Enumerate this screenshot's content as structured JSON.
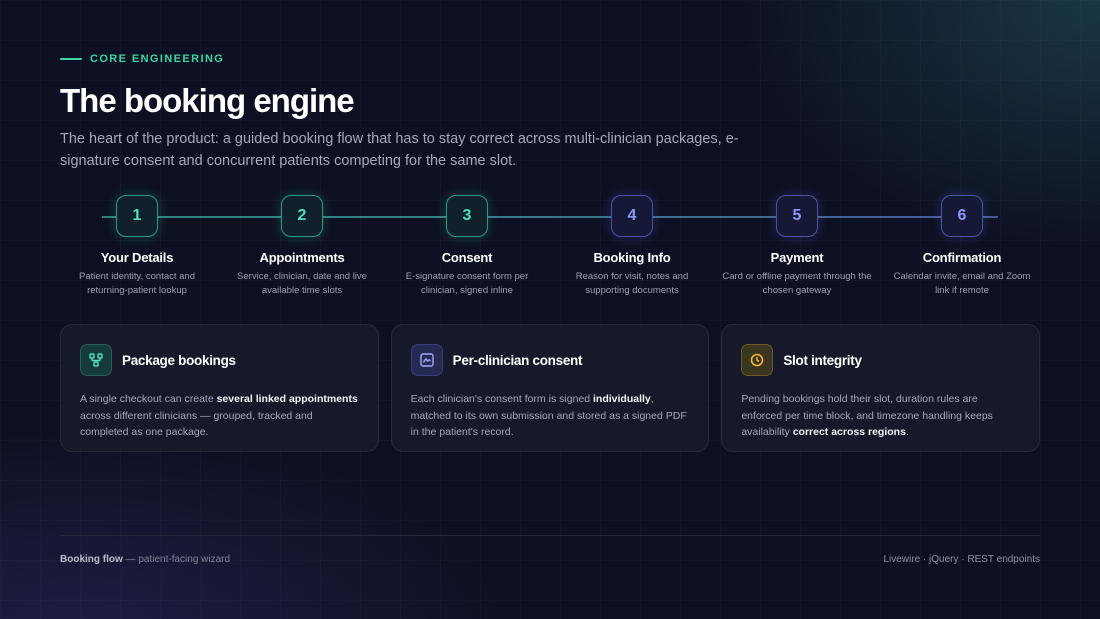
{
  "eyebrow": "CORE ENGINEERING",
  "title": "The booking engine",
  "subtitle": "The heart of the product: a guided booking flow that has to stay correct across multi-clinician packages, e-signature consent and concurrent patients competing for the same slot.",
  "steps": [
    {
      "number": "1",
      "title": "Your Details",
      "desc": "Patient identity, contact and returning-patient lookup",
      "color": "teal"
    },
    {
      "number": "2",
      "title": "Appointments",
      "desc": "Service, clinician, date and live available time slots",
      "color": "teal"
    },
    {
      "number": "3",
      "title": "Consent",
      "desc": "E-signature consent form per clinician, signed inline",
      "color": "teal"
    },
    {
      "number": "4",
      "title": "Booking Info",
      "desc": "Reason for visit, notes and supporting documents",
      "color": "violet"
    },
    {
      "number": "5",
      "title": "Payment",
      "desc": "Card or offline payment through the chosen gateway",
      "color": "violet"
    },
    {
      "number": "6",
      "title": "Confirmation",
      "desc": "Calendar invite, email and Zoom link if remote",
      "color": "violet"
    }
  ],
  "cards": [
    {
      "icon": "nodes-icon",
      "title": "Package bookings",
      "body": [
        {
          "t": "A single checkout can create ",
          "b": false
        },
        {
          "t": "several linked appointments",
          "b": true
        },
        {
          "t": " across different clinicians — grouped, tracked and completed as one package.",
          "b": false
        }
      ]
    },
    {
      "icon": "signature-icon",
      "title": "Per-clinician consent",
      "body": [
        {
          "t": "Each clinician's consent form is signed ",
          "b": false
        },
        {
          "t": "individually",
          "b": true
        },
        {
          "t": ", matched to its own submission and stored as a signed PDF in the patient's record.",
          "b": false
        }
      ]
    },
    {
      "icon": "clock-icon",
      "title": "Slot integrity",
      "body": [
        {
          "t": "Pending bookings hold their slot, duration rules are enforced per time block, and timezone handling keeps availability ",
          "b": false
        },
        {
          "t": "correct across regions",
          "b": true
        },
        {
          "t": ".",
          "b": false
        }
      ]
    }
  ],
  "footer": {
    "left_bold": "Booking flow",
    "left_rest": " — patient-facing wizard",
    "right": "Livewire · jQuery · REST endpoints"
  },
  "colors": {
    "teal": "#3ad6a6",
    "violet": "#8e97ff",
    "amber": "#f0b63a",
    "background": "#0d1022"
  }
}
